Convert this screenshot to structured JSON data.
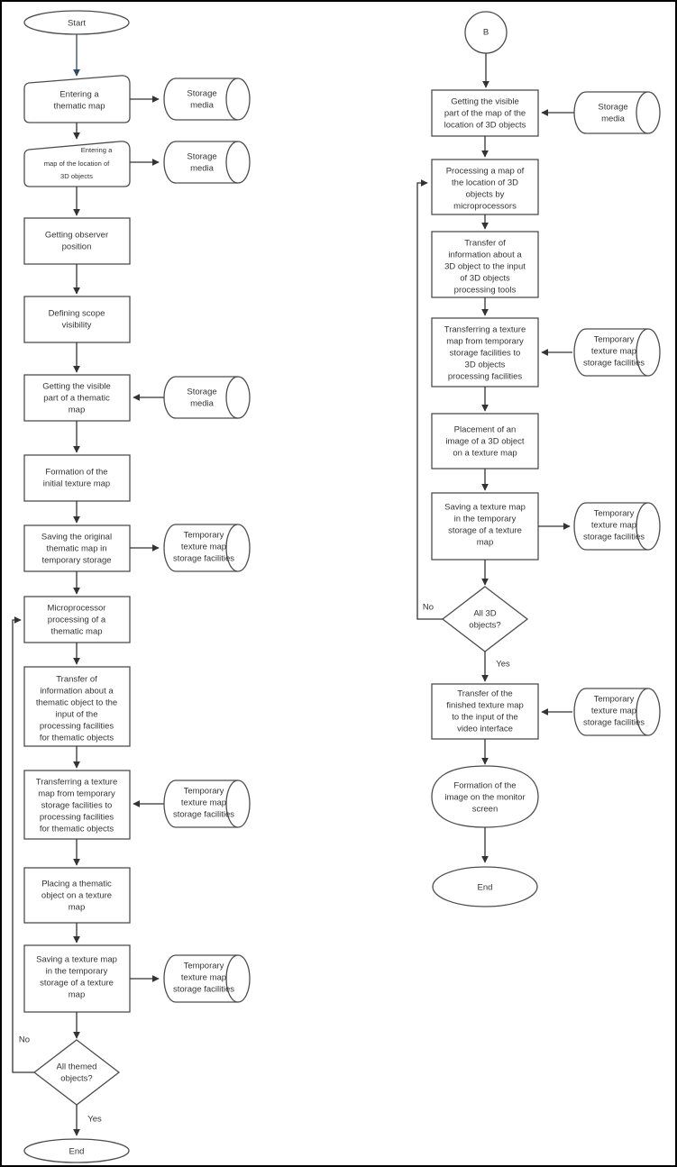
{
  "diagram": {
    "title": "3D visualization rendering pipeline flowchart",
    "type": "flowchart",
    "colors": {
      "shape_stroke": "#4d4d4d",
      "connector": "#333333",
      "connector_accent": "#2e4a63",
      "text": "#333333",
      "background": "#ffffff",
      "page_border": "#000000"
    },
    "columns": [
      {
        "name": "left-column",
        "nodes": [
          {
            "id": "L1",
            "shape": "terminator",
            "label": "Start"
          },
          {
            "id": "L2",
            "shape": "manual-input",
            "label": "Entering a thematic map"
          },
          {
            "id": "L2s",
            "shape": "cylinder",
            "label": "Storage media"
          },
          {
            "id": "L3",
            "shape": "manual-input",
            "label": "Entering a map of the location of 3D objects"
          },
          {
            "id": "L3s",
            "shape": "cylinder",
            "label": "Storage media"
          },
          {
            "id": "L4",
            "shape": "process",
            "label": "Getting observer position"
          },
          {
            "id": "L5",
            "shape": "process",
            "label": "Defining scope visibility"
          },
          {
            "id": "L6",
            "shape": "process",
            "label": "Getting the visible part of a thematic map"
          },
          {
            "id": "L6s",
            "shape": "cylinder",
            "label": "Storage media"
          },
          {
            "id": "L7",
            "shape": "process",
            "label": "Formation of the initial texture map"
          },
          {
            "id": "L8",
            "shape": "process",
            "label": "Saving the original thematic map in temporary storage"
          },
          {
            "id": "L8s",
            "shape": "cylinder",
            "label": "Temporary texture map storage facilities"
          },
          {
            "id": "L9",
            "shape": "process",
            "label": "Microprocessor processing of a thematic map"
          },
          {
            "id": "L10",
            "shape": "process",
            "label": "Transfer of information about a thematic object to the input of the processing facilities for thematic objects"
          },
          {
            "id": "L11",
            "shape": "process",
            "label": "Transferring a texture map from temporary storage facilities to processing facilities for thematic objects"
          },
          {
            "id": "L11s",
            "shape": "cylinder",
            "label": "Temporary texture map storage facilities"
          },
          {
            "id": "L12",
            "shape": "process",
            "label": "Placing a thematic object on a texture map"
          },
          {
            "id": "L13",
            "shape": "process",
            "label": "Saving a texture map in the temporary storage of a texture map"
          },
          {
            "id": "L13s",
            "shape": "cylinder",
            "label": "Temporary texture map storage facilities"
          },
          {
            "id": "L14",
            "shape": "decision",
            "label": "All themed objects?"
          },
          {
            "id": "L15",
            "shape": "terminator",
            "label": "End"
          }
        ],
        "edge_labels": {
          "no": "No",
          "yes": "Yes"
        }
      },
      {
        "name": "right-column",
        "nodes": [
          {
            "id": "R1",
            "shape": "connector",
            "label": "B"
          },
          {
            "id": "R2",
            "shape": "process",
            "label": "Getting the visible part of the map of the location of 3D objects"
          },
          {
            "id": "R2s",
            "shape": "cylinder",
            "label": "Storage media"
          },
          {
            "id": "R3",
            "shape": "process",
            "label": "Processing a map of the location of 3D objects by microprocessors"
          },
          {
            "id": "R4",
            "shape": "process",
            "label": "Transfer of information about a 3D object to the input of 3D objects processing tools"
          },
          {
            "id": "R5",
            "shape": "process",
            "label": "Transferring a texture map from temporary storage facilities to 3D objects processing facilities"
          },
          {
            "id": "R5s",
            "shape": "cylinder",
            "label": "Temporary texture map storage facilities"
          },
          {
            "id": "R6",
            "shape": "process",
            "label": "Placement of an image of a 3D object on a texture map"
          },
          {
            "id": "R7",
            "shape": "process",
            "label": "Saving a texture map in the temporary storage of a texture map"
          },
          {
            "id": "R7s",
            "shape": "cylinder",
            "label": "Temporary texture map storage facilities"
          },
          {
            "id": "R8",
            "shape": "decision",
            "label": "All 3D objects?"
          },
          {
            "id": "R9",
            "shape": "process",
            "label": "Transfer of the finished texture map to the input of the video interface"
          },
          {
            "id": "R9s",
            "shape": "cylinder",
            "label": "Temporary texture map storage facilities"
          },
          {
            "id": "R10",
            "shape": "display",
            "label": "Formation of the image on the monitor screen"
          },
          {
            "id": "R11",
            "shape": "terminator",
            "label": "End"
          }
        ],
        "edge_labels": {
          "no": "No",
          "yes": "Yes"
        }
      }
    ],
    "text": {
      "start": "Start",
      "end_left": "End",
      "end_right": "End",
      "connector_b": "B",
      "storage_media": "Storage media",
      "storage_media_l1": "Storage",
      "storage_media_l2": "media",
      "temp_store_l1": "Temporary",
      "temp_store_l2": "texture map",
      "temp_store_l3": "storage facilities",
      "l2_l1": "Entering a",
      "l2_l2": "thematic map",
      "l3_l1": "Entering a",
      "l3_l2": "map of the location of",
      "l3_l3": "3D objects",
      "l4_l1": "Getting observer",
      "l4_l2": "position",
      "l5_l1": "Defining scope",
      "l5_l2": "visibility",
      "l6_l1": "Getting the visible",
      "l6_l2": "part of a thematic",
      "l6_l3": "map",
      "l7_l1": "Formation of the",
      "l7_l2": "initial texture map",
      "l8_l1": "Saving the original",
      "l8_l2": "thematic map in",
      "l8_l3": "temporary storage",
      "l9_l1": "Microprocessor",
      "l9_l2": "processing of a",
      "l9_l3": "thematic map",
      "l10_l1": "Transfer of",
      "l10_l2": "information about a",
      "l10_l3": "thematic object to the",
      "l10_l4": "input of the",
      "l10_l5": "processing facilities",
      "l10_l6": "for thematic objects",
      "l11_l1": "Transferring a texture",
      "l11_l2": "map from temporary",
      "l11_l3": "storage facilities to",
      "l11_l4": "processing facilities",
      "l11_l5": "for thematic objects",
      "l12_l1": "Placing a thematic",
      "l12_l2": "object on a texture",
      "l12_l3": "map",
      "l13_l1": "Saving a texture map",
      "l13_l2": "in the temporary",
      "l13_l3": "storage of a texture",
      "l13_l4": "map",
      "l14_l1": "All themed",
      "l14_l2": "objects?",
      "r2_l1": "Getting the visible",
      "r2_l2": "part of the map of the",
      "r2_l3": "location of 3D objects",
      "r3_l1": "Processing a map of",
      "r3_l2": "the location of 3D",
      "r3_l3": "objects by",
      "r3_l4": "microprocessors",
      "r4_l1": "Transfer of",
      "r4_l2": "information about a",
      "r4_l3": "3D object to the input",
      "r4_l4": "of 3D objects",
      "r4_l5": "processing tools",
      "r5_l1": "Transferring a texture",
      "r5_l2": "map from temporary",
      "r5_l3": "storage facilities to",
      "r5_l4": "3D objects",
      "r5_l5": "processing facilities",
      "r6_l1": "Placement of an",
      "r6_l2": "image of a 3D object",
      "r6_l3": "on a texture map",
      "r7_l1": "Saving a texture map",
      "r7_l2": "in the temporary",
      "r7_l3": "storage of a texture",
      "r7_l4": "map",
      "r8_l1": "All 3D",
      "r8_l2": "objects?",
      "r9_l1": "Transfer of the",
      "r9_l2": "finished texture map",
      "r9_l3": "to the input of the",
      "r9_l4": "video interface",
      "r10_l1": "Formation of the",
      "r10_l2": "image on the monitor",
      "r10_l3": "screen",
      "no_left": "No",
      "yes_left": "Yes",
      "no_right": "No",
      "yes_right": "Yes"
    }
  }
}
